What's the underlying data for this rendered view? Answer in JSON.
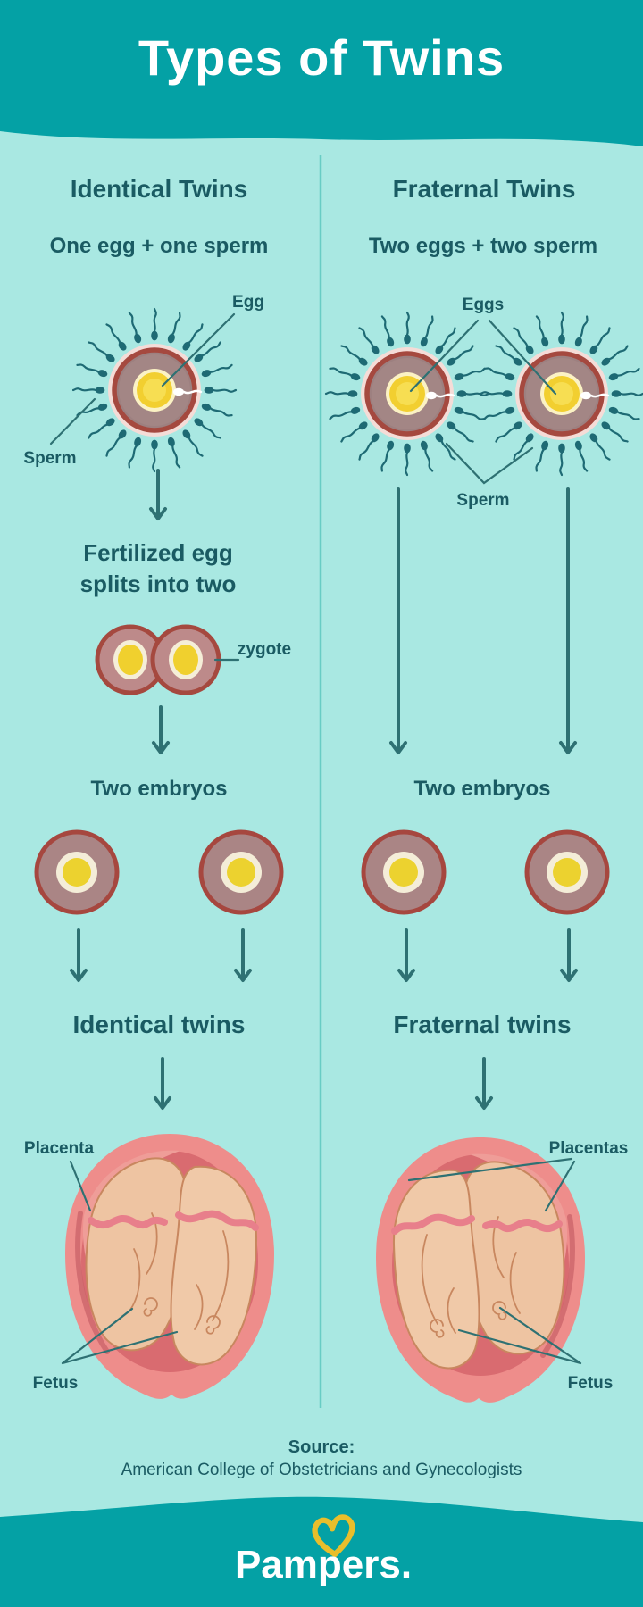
{
  "header": {
    "title": "Types of Twins"
  },
  "columns": {
    "left": {
      "heading": "Identical Twins",
      "subtitle": "One egg + one sperm",
      "egg_label": "Egg",
      "sperm_label": "Sperm",
      "step1_line1": "Fertilized egg",
      "step1_line2": "splits into two",
      "zygote_label": "zygote",
      "embryos_heading": "Two embryos",
      "result_heading": "Identical twins",
      "placenta_label": "Placenta",
      "fetus_label": "Fetus"
    },
    "right": {
      "heading": "Fraternal Twins",
      "subtitle": "Two eggs + two sperm",
      "eggs_label": "Eggs",
      "sperm_label": "Sperm",
      "embryos_heading": "Two embryos",
      "result_heading": "Fraternal twins",
      "placentas_label": "Placentas",
      "fetus_label": "Fetus"
    }
  },
  "footer": {
    "source_label": "Source:",
    "source_text": "American College of Obstetricians and Gynecologists",
    "brand": "Pampers."
  },
  "icons": {
    "heart": "pampers-heart-icon",
    "egg": "egg-cell-diagram",
    "sperm": "sperm-cell",
    "zygote": "zygote-diagram",
    "embryo": "embryo-diagram",
    "womb": "womb-with-twins-diagram"
  },
  "colors": {
    "teal": "#04a1a5",
    "bg": "#a9e8e2",
    "ink": "#1a5b63",
    "arrow": "#2e7173",
    "divider": "#68ccc4",
    "sperm": "#1e6a74",
    "heart": "#e9be2b",
    "egg_halo": "#f5dcd7",
    "egg_body": "#9d8080",
    "egg_ring": "#a5493f",
    "yolk": "#f2cf30",
    "womb_wall": "#ee8d8b",
    "womb_inner": "#d96b70",
    "fetus_skin": "#f0c9a8"
  }
}
